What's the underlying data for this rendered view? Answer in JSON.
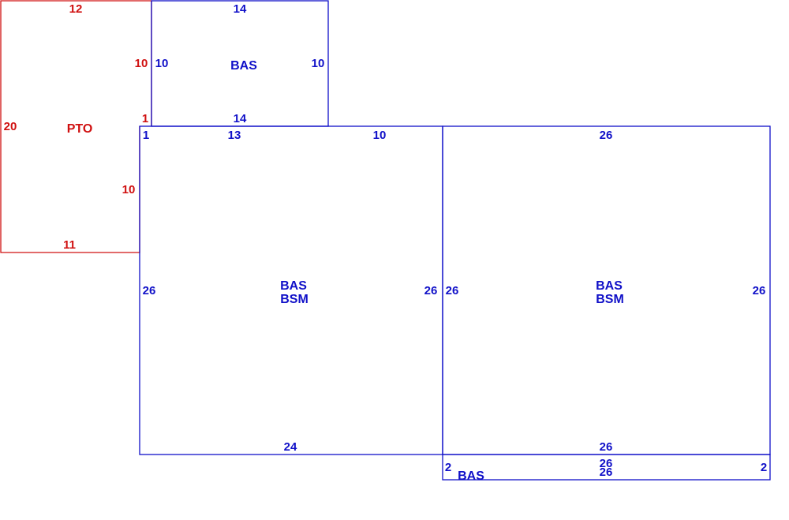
{
  "colors": {
    "blue": "#1010c8",
    "red": "#d01010"
  },
  "areas": [
    {
      "id": "pto",
      "color": "red",
      "labels": [
        "PTO"
      ],
      "dimensions": [
        "12",
        "10",
        "1",
        "10",
        "11",
        "20"
      ]
    },
    {
      "id": "bas-top",
      "color": "blue",
      "labels": [
        "BAS"
      ],
      "dimensions": [
        "14",
        "10",
        "10",
        "14"
      ]
    },
    {
      "id": "bas-bsm-left",
      "color": "blue",
      "labels": [
        "BAS",
        "BSM"
      ],
      "dimensions": [
        "1",
        "13",
        "10",
        "26",
        "26",
        "24"
      ]
    },
    {
      "id": "bas-bsm-right",
      "color": "blue",
      "labels": [
        "BAS",
        "BSM"
      ],
      "dimensions": [
        "26",
        "26",
        "26",
        "26"
      ]
    },
    {
      "id": "bas-strip",
      "color": "blue",
      "labels": [
        "BAS"
      ],
      "dimensions": [
        "26",
        "2",
        "26",
        "2"
      ]
    }
  ]
}
